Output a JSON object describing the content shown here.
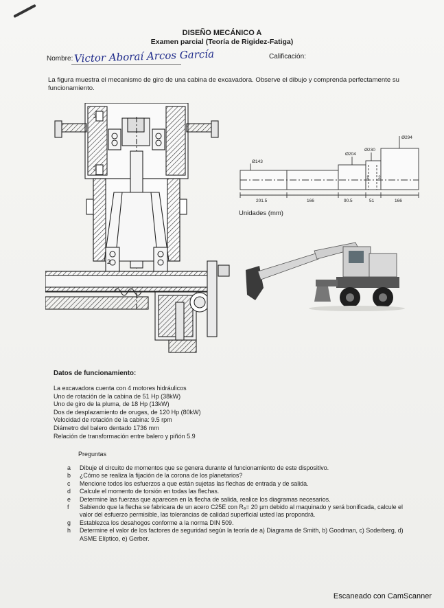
{
  "header": {
    "title": "DISEÑO MECÁNICO A",
    "subtitle": "Examen parcial (Teoría de Rigidez-Fatiga)"
  },
  "student": {
    "name_label": "Nombre:",
    "name_value": "Victor Aboraí Arcos García",
    "grade_label": "Calificación:"
  },
  "intro": "La figura muestra el mecanismo de giro de una cabina de excavadora. Observe el dibujo y comprenda perfectamente su funcionamiento.",
  "figure_left": {
    "label_3a": "3",
    "label_3b": "3",
    "label_2": "2"
  },
  "shaft_figure": {
    "d1": "Ø143",
    "d2": "Ø204",
    "d3": "Ø230",
    "d4": "Ø294",
    "len1": "201.5",
    "len2": "166",
    "len3": "90.5",
    "len4": "51",
    "len5": "166",
    "mark1": "1",
    "mark2": "2",
    "units": "Unidades (mm)"
  },
  "operation": {
    "title": "Datos de funcionamiento:",
    "items": [
      "La excavadora cuenta con 4 motores hidráulicos",
      "Uno de rotación de la cabina de 51 Hp (38kW)",
      "Uno de giro de la pluma, de 18 Hp (13kW)",
      "Dos de desplazamiento de orugas, de 120 Hp (80kW)",
      "Velocidad de rotación de la cabina: 9.5 rpm",
      "Diámetro del balero dentado 1736 mm",
      "Relación de transformación entre balero y piñón 5.9"
    ]
  },
  "questions": {
    "title": "Preguntas",
    "items": [
      {
        "letter": "a",
        "text": "Dibuje el circuito de momentos que se genera durante el funcionamiento de este dispositivo."
      },
      {
        "letter": "b",
        "text": "¿Cómo se realiza la fijación de la corona de los planetarios?"
      },
      {
        "letter": "c",
        "text": "Mencione todos los esfuerzos a que están sujetas las flechas de entrada y de salida."
      },
      {
        "letter": "d",
        "text": "Calcule el momento de torsión en todas las flechas."
      },
      {
        "letter": "e",
        "text": "Determine las fuerzas que aparecen en la flecha de salida, realice los diagramas necesarios."
      },
      {
        "letter": "f",
        "text": "Sabiendo que la flecha se fabricara de un acero C25E con Rₐ= 20 µm debido al maquinado y será bonificada, calcule el valor del esfuerzo permisible, las tolerancias de calidad superficial usted las propondrá."
      },
      {
        "letter": "g",
        "text": "Establezca los desahogos conforme a la norma DIN 509."
      },
      {
        "letter": "h",
        "text": "Determine el valor de los factores de seguridad según la teoría de a) Diagrama de Smith, b) Goodman, c) Soderberg, d) ASME Elíptico, e) Gerber."
      }
    ]
  },
  "footer": "Escaneado con CamScanner"
}
